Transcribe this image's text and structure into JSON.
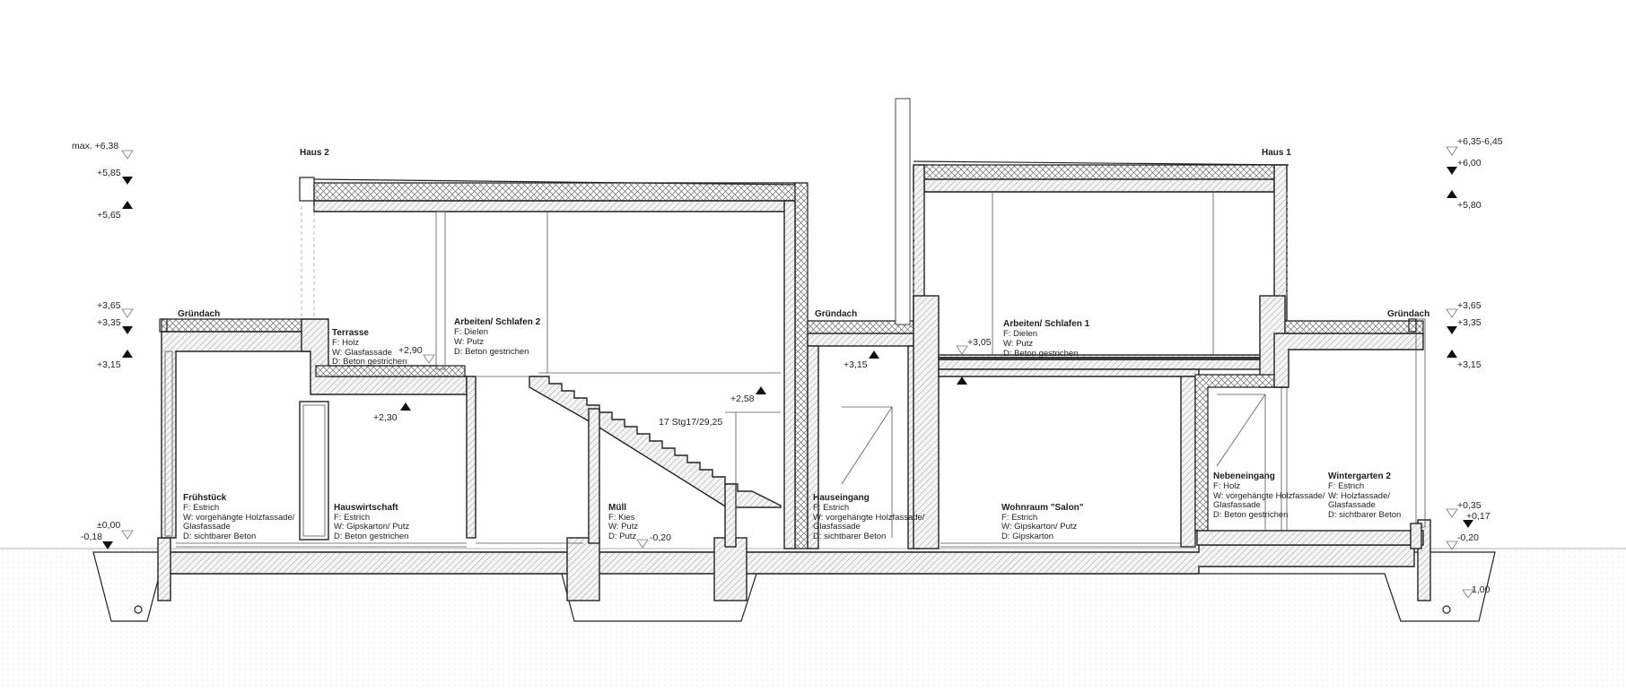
{
  "headers": {
    "haus2": "Haus 2",
    "haus1": "Haus 1",
    "staircase": "17 Stg17/29,25"
  },
  "levels_left": {
    "l1": "max. +6,38",
    "l2": "+5,85",
    "l3": "+5,65",
    "l4": "+3,65",
    "l5": "+3,35",
    "l6": "+3,15",
    "l7": "±0,00",
    "l8": "-0,18"
  },
  "levels_right": {
    "r1": "+6,35-6,45",
    "r2": "+6,00",
    "r3": "+5,80",
    "r4": "+3,65",
    "r5": "+3,35",
    "r6": "+3,15",
    "r7": "+0,35",
    "r8": "+0,17",
    "r9": "-0,20",
    "r10": "1,00"
  },
  "levels_inner": {
    "terrace": "+2,90",
    "haus2_mid": "+2,30",
    "stair_top": "+2,58",
    "hauseingang": "+3,15",
    "haus1_upper": "+3,05",
    "muell": "-0,20"
  },
  "roof_labels": {
    "left": "Gründach",
    "middle": "Gründach",
    "right": "Gründach"
  },
  "rooms": {
    "terrasse": {
      "name": "Terrasse",
      "lines": [
        "F:  Holz",
        "W:  Glasfassade",
        "D:  Beton gestrichen"
      ]
    },
    "arbeiten2": {
      "name": "Arbeiten/ Schlafen 2",
      "lines": [
        "F:  Dielen",
        "W:  Putz",
        "D:  Beton gestrichen"
      ]
    },
    "arbeiten1": {
      "name": "Arbeiten/ Schlafen 1",
      "lines": [
        "F:  Dielen",
        "W:  Putz",
        "D:  Beton gestrichen"
      ]
    },
    "fruehstueck": {
      "name": "Frühstück",
      "lines": [
        "F:  Estrich",
        "W:  vorgehängte Holzfassade/",
        "Glasfassade",
        "D:  sichtbarer Beton"
      ]
    },
    "hauswirtschaft": {
      "name": "Hauswirtschaft",
      "lines": [
        "F:  Estrich",
        "W:  Gipskarton/ Putz",
        "D:  Beton gestrichen"
      ]
    },
    "muell": {
      "name": "Müll",
      "lines": [
        "F:  Kies",
        "W:  Putz",
        "D:  Putz"
      ]
    },
    "hauseingang": {
      "name": "Hauseingang",
      "lines": [
        "F:  Estrich",
        "W:  vorgehängte Holzfassade/",
        "Glasfassade",
        "D:  sichtbarer Beton"
      ]
    },
    "wohnraum": {
      "name": "Wohnraum \"Salon\"",
      "lines": [
        "F:  Estrich",
        "W:  Gipskarton/ Putz",
        "D:  Gipskarton"
      ]
    },
    "nebeneingang": {
      "name": "Nebeneingang",
      "lines": [
        "F:  Holz",
        "W:  vorgehängte Holzfassade/",
        "Glasfassade",
        "D:  Beton gestrichen"
      ]
    },
    "wintergarten": {
      "name": "Wintergarten 2",
      "lines": [
        "F:  Estrich",
        "W:  Holzfassade/",
        "Glasfassade",
        "D:  sichtbarer Beton"
      ]
    }
  }
}
